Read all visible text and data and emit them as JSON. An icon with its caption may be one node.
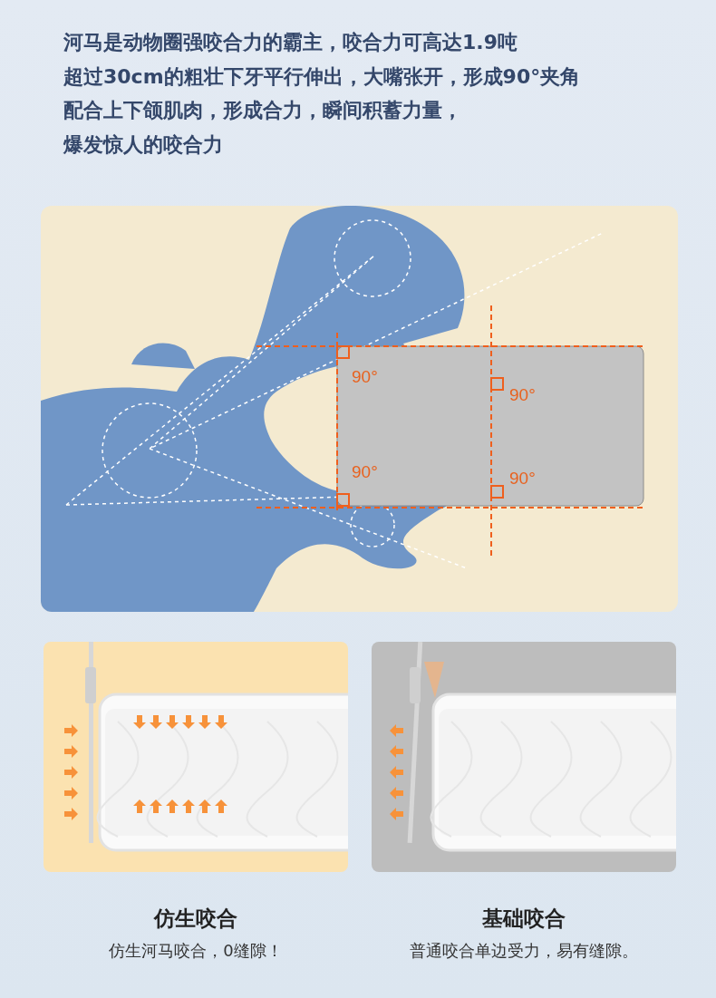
{
  "diagram": {
    "nodes": [
      {
        "text": [
          "仿生咬合",
          "仿生河马咬合，0缝隙！"
        ]
      },
      {
        "text": [
          "基础咬合",
          "普通咬合单边受力，易有缝隙。"
        ]
      }
    ],
    "labels": [
      "河马是动物圈强咬合力的霸主，咬合力可高达1.9吨",
      "超过30cm的粗壮下牙平行伸出，大嘴张开，形成90°夹角",
      "配合上下颌肌肉，形成合力，瞬间积蓄力量，",
      "爆发惊人的咬合力",
      "90°",
      "90°",
      "90°",
      "90°"
    ]
  }
}
